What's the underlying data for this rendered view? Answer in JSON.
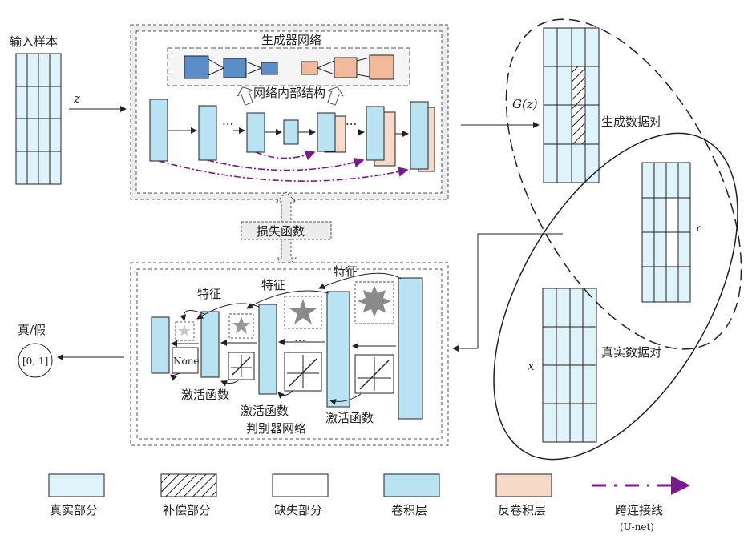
{
  "generator": {
    "title": "生成器网络",
    "inner_structure_label": "网络内部结构",
    "ellipsis": "···"
  },
  "loss": {
    "label": "损失函数"
  },
  "discriminator": {
    "title": "判别器网络",
    "feature_label": "特征",
    "activation_label": "激活函数",
    "none_label": "None",
    "ellipsis": "···"
  },
  "input": {
    "label": "输入样本",
    "z_symbol": "z"
  },
  "output": {
    "label": "真/假",
    "range": "[0, 1]"
  },
  "pairs": {
    "generated_symbol": "G(z)",
    "generated_label": "生成数据对",
    "condition_symbol": "c",
    "real_symbol": "x",
    "real_label": "真实数据对"
  },
  "legend": [
    {
      "label": "真实部分",
      "swatch": "real"
    },
    {
      "label": "补偿部分",
      "swatch": "hatch"
    },
    {
      "label": "缺失部分",
      "swatch": "missing"
    },
    {
      "label": "卷积层",
      "swatch": "conv"
    },
    {
      "label": "反卷积层",
      "swatch": "deconv"
    },
    {
      "label": "跨连接线",
      "sublabel": "(U-net)",
      "swatch": "skip"
    }
  ],
  "colors": {
    "real_fill": "#dff3fb",
    "conv_fill": "#b9e3f3",
    "deconv_fill": "#f7d9c8",
    "skip_line": "#7a1a8c",
    "box_fill": "#ececec"
  }
}
